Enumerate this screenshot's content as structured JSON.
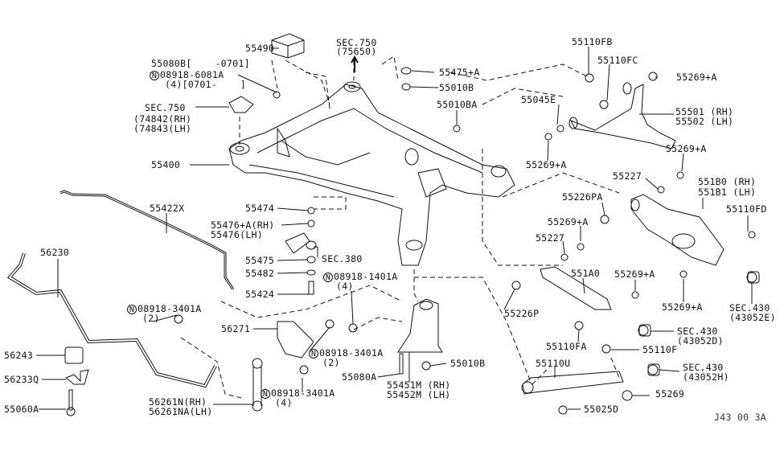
{
  "labels": [
    {
      "text": "55490"
    },
    {
      "text": "55080B[    -0701]"
    },
    {
      "text": "08918-6081A"
    },
    {
      "text": "(4)[0701-    ]"
    },
    {
      "text": "SEC.750"
    },
    {
      "text": "(75650)"
    },
    {
      "text": "55475+A"
    },
    {
      "text": "55010B"
    },
    {
      "text": "55010BA"
    },
    {
      "text": "SEC.750"
    },
    {
      "text": "(74842(RH)"
    },
    {
      "text": "(74843(LH)"
    },
    {
      "text": "55400"
    },
    {
      "text": "55110FB"
    },
    {
      "text": "55110FC"
    },
    {
      "text": "55269+A"
    },
    {
      "text": "55045E"
    },
    {
      "text": "55501 (RH)"
    },
    {
      "text": "55502 (LH)"
    },
    {
      "text": "55269+A"
    },
    {
      "text": "55269+A"
    },
    {
      "text": "55227"
    },
    {
      "text": "551B0 (RH)"
    },
    {
      "text": "551B1 (LH)"
    },
    {
      "text": "55226PA"
    },
    {
      "text": "55110FD"
    },
    {
      "text": "55269+A"
    },
    {
      "text": "55227"
    },
    {
      "text": "55422X"
    },
    {
      "text": "55474"
    },
    {
      "text": "55476+A(RH)"
    },
    {
      "text": "55476(LH)"
    },
    {
      "text": "56230"
    },
    {
      "text": "55475"
    },
    {
      "text": "SEC.380"
    },
    {
      "text": "55482"
    },
    {
      "text": "551A0"
    },
    {
      "text": "55269+A"
    },
    {
      "text": "08918-1401A"
    },
    {
      "text": "(4)"
    },
    {
      "text": "55424"
    },
    {
      "text": "55269+A"
    },
    {
      "text": "SEC.430"
    },
    {
      "text": "(43052E)"
    },
    {
      "text": "08918-3401A"
    },
    {
      "text": "(2)"
    },
    {
      "text": "55226P"
    },
    {
      "text": "56271"
    },
    {
      "text": "08918-3401A"
    },
    {
      "text": "(2)"
    },
    {
      "text": "55110FA"
    },
    {
      "text": "SEC.430"
    },
    {
      "text": "(43052D)"
    },
    {
      "text": "55110F"
    },
    {
      "text": "56243"
    },
    {
      "text": "55010B"
    },
    {
      "text": "55080A"
    },
    {
      "text": "55451M (RH)"
    },
    {
      "text": "55452M (LH)"
    },
    {
      "text": "SEC.430"
    },
    {
      "text": "(43052H)"
    },
    {
      "text": "55110U"
    },
    {
      "text": "56233Q"
    },
    {
      "text": "55269"
    },
    {
      "text": "08918-3401A"
    },
    {
      "text": "(4)"
    },
    {
      "text": "56261N(RH)"
    },
    {
      "text": "56261NA(LH)"
    },
    {
      "text": "55060A"
    },
    {
      "text": "55025D"
    }
  ],
  "nut_symbol": "N",
  "diagram_code": "J43 00 3A"
}
